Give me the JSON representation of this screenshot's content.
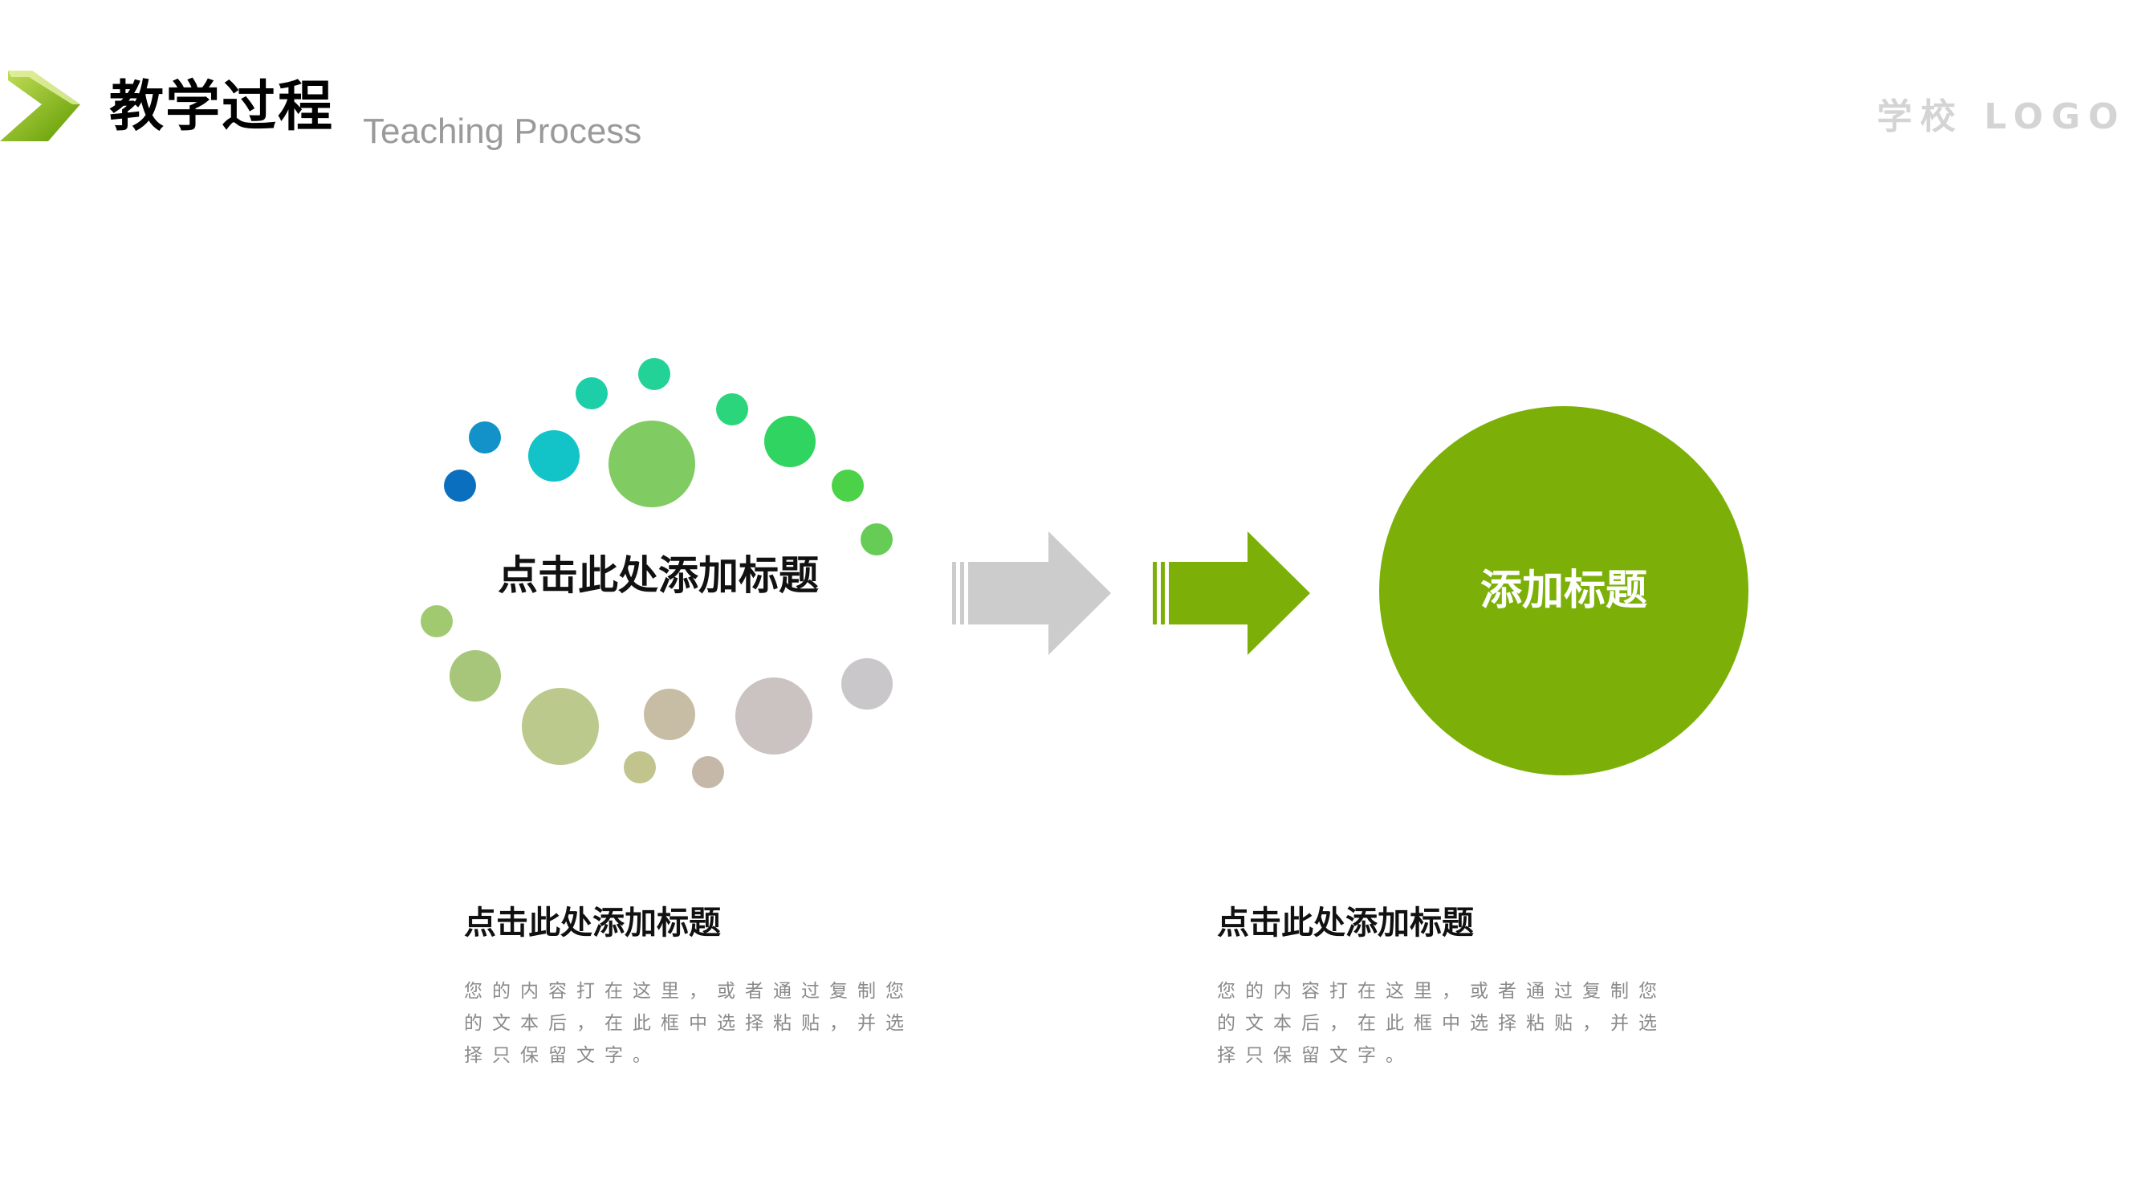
{
  "header": {
    "title": "教学过程",
    "subtitle": "Teaching Process",
    "logo_text": "学校 LOGO",
    "logo_icon": "green-chevron-icon",
    "accent_color": "#7cb008"
  },
  "diagram": {
    "dots_title": "点击此处添加标题",
    "result_label": "添加标题",
    "arrow_gray_icon": "arrow-right-icon",
    "arrow_green_icon": "arrow-right-icon",
    "arrow_gray_color": "#cccccc",
    "arrow_green_color": "#7cb008"
  },
  "blocks": {
    "left": {
      "title": "点击此处添加标题",
      "body": "您的内容打在这里，或者通过复制您的文本后，在此框中选择粘贴，并选择只保留文字。"
    },
    "right": {
      "title": "点击此处添加标题",
      "body": "您的内容打在这里，或者通过复制您的文本后，在此框中选择粘贴，并选择只保留文字。"
    }
  }
}
